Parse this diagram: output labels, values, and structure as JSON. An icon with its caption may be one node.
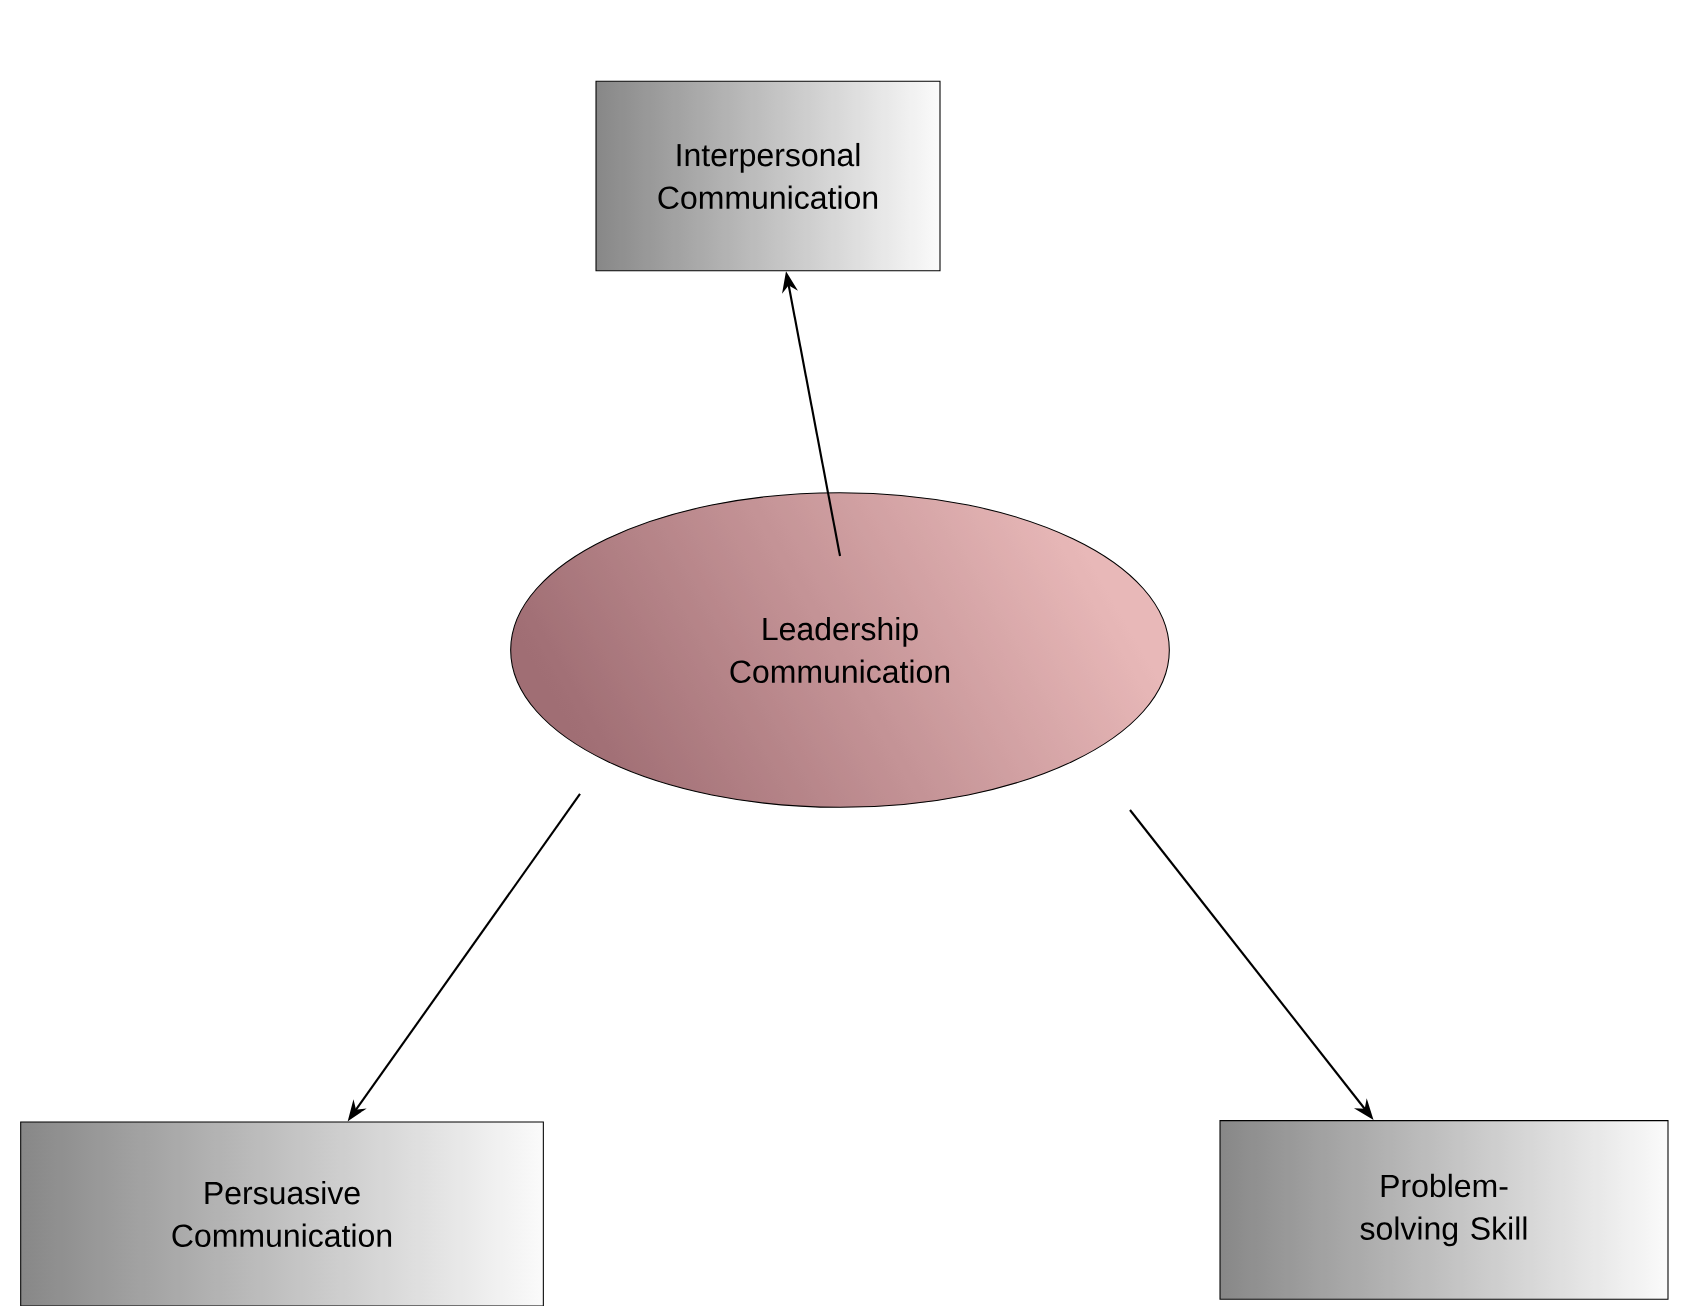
{
  "diagram": {
    "nodes": [
      {
        "text": [
          "Interpersonal Communication"
        ]
      },
      {
        "text": [
          "Leadership Communication"
        ]
      },
      {
        "text": [
          "Persuasive Communication"
        ]
      },
      {
        "text": [
          "Problem-solving Skill"
        ]
      }
    ],
    "edges": [
      {
        "from": 1,
        "to": 0,
        "arrow": "to"
      },
      {
        "from": 1,
        "to": 2,
        "arrow": "to"
      },
      {
        "from": 1,
        "to": 3,
        "arrow": "to"
      }
    ]
  }
}
